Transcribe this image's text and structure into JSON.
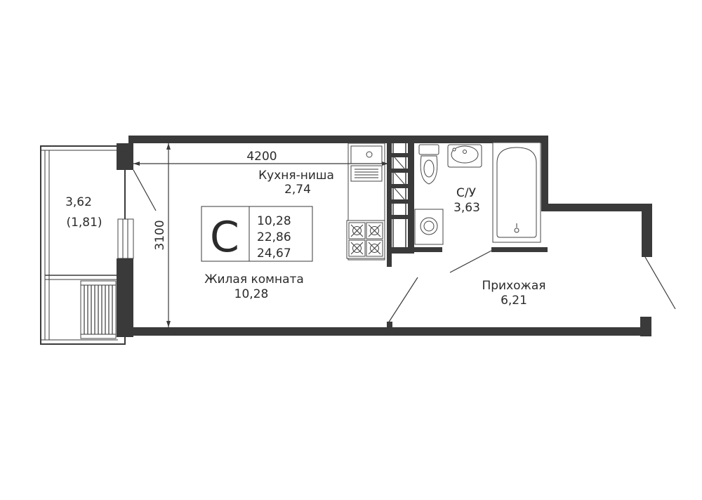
{
  "plan": {
    "dims": {
      "width": "4200",
      "height": "3100"
    },
    "rooms": {
      "balcony": {
        "area": "3,62",
        "area_reduced": "(1,81)"
      },
      "kitchen": {
        "name": "Кухня-ниша",
        "area": "2,74"
      },
      "living": {
        "name": "Жилая комната",
        "area": "10,28"
      },
      "bathroom": {
        "name": "С/У",
        "area": "3,63"
      },
      "hallway": {
        "name": "Прихожая",
        "area": "6,21"
      }
    },
    "legend": {
      "type_letter": "С",
      "living_area": "10,28",
      "total_area": "22,86",
      "area_with_balcony": "24,67"
    },
    "colors": {
      "wall": "#3a3a3a",
      "text": "#2b2b2b",
      "background": "#ffffff"
    }
  }
}
